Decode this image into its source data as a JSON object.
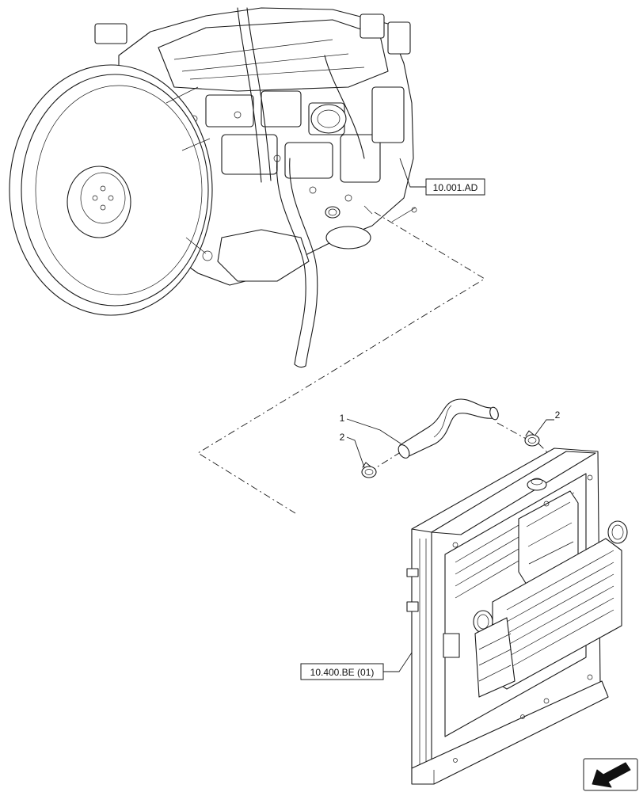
{
  "references": {
    "engine": "10.001.AD",
    "radiator": "10.400.BE (01)"
  },
  "callouts": {
    "hose": "1",
    "clamp_left": "2",
    "clamp_right": "2"
  },
  "icons": {
    "nav_arrow": "arrow-left-icon"
  }
}
